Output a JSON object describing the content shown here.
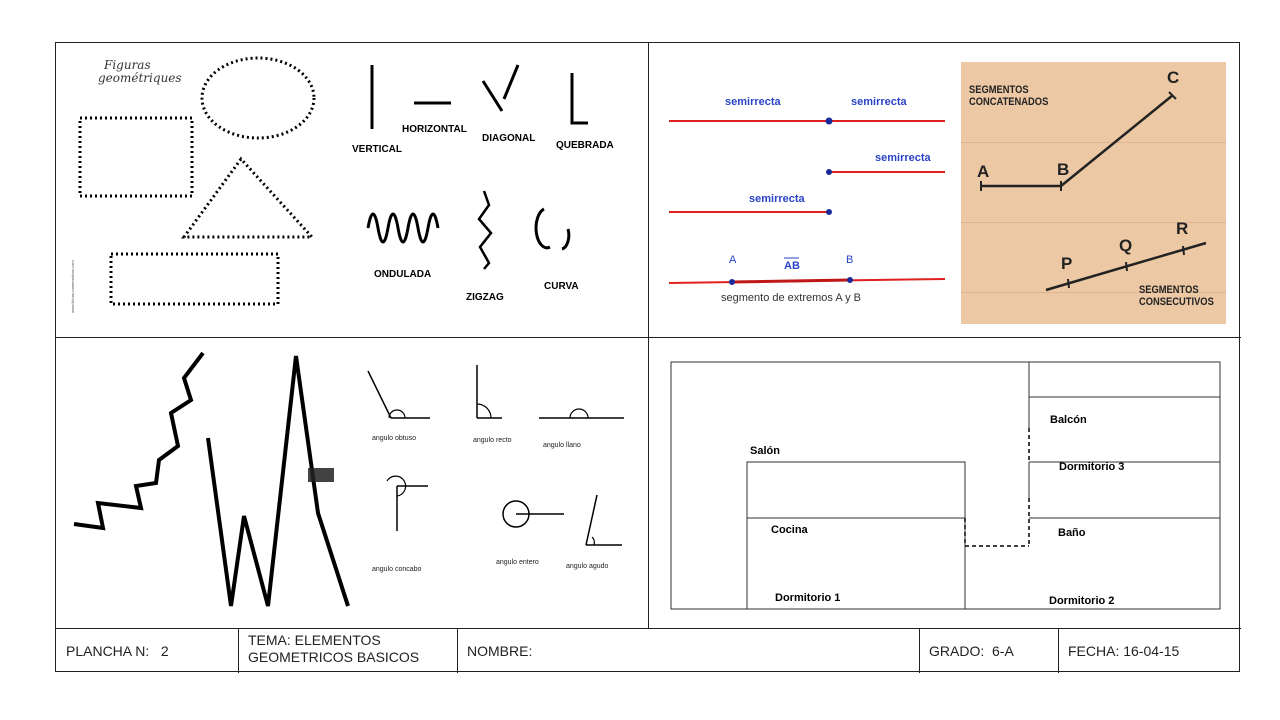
{
  "panel_lines": {
    "title_line1": "Figuras",
    "title_line2": "geométriques",
    "watermark": "www.fichas-matematicas.com",
    "labels": [
      "VERTICAL",
      "HORIZONTAL",
      "DIAGONAL",
      "QUEBRADA",
      "ONDULADA",
      "ZIGZAG",
      "CURVA"
    ]
  },
  "panel_segments": {
    "rays": [
      "semirrecta",
      "semirrecta",
      "semirrecta",
      "semirrecta"
    ],
    "point_a": "A",
    "point_b": "B",
    "segment_name": "AB",
    "segment_caption": "segmento de extremos A y B",
    "photo": {
      "title_top": "SEGMENTOS\nCONCATENADOS",
      "points_top": [
        "A",
        "B",
        "C"
      ],
      "points_bottom": [
        "P",
        "Q",
        "R"
      ],
      "title_bottom": "SEGMENTOS\nCONSECUTIVOS"
    }
  },
  "panel_angles": {
    "labels": [
      "angulo obtuso",
      "angulo recto",
      "angulo llano",
      "angulo concabo",
      "angulo entero",
      "angulo agudo"
    ]
  },
  "panel_floorplan": {
    "rooms": [
      "Salón",
      "Balcón",
      "Dormitorio 3",
      "Cocina",
      "Baño",
      "Dormitorio 1",
      "Dormitorio 2"
    ]
  },
  "footer": {
    "plancha": "PLANCHA N:   2",
    "tema": "TEMA: ELEMENTOS GEOMETRICOS BASICOS",
    "nombre": "NOMBRE:",
    "grado": "GRADO:  6-A",
    "fecha": "FECHA: 16-04-15"
  },
  "colors": {
    "red_line": "#e02020",
    "blue_text": "#2a44c8",
    "photo_bg": "#ecc8a4"
  }
}
